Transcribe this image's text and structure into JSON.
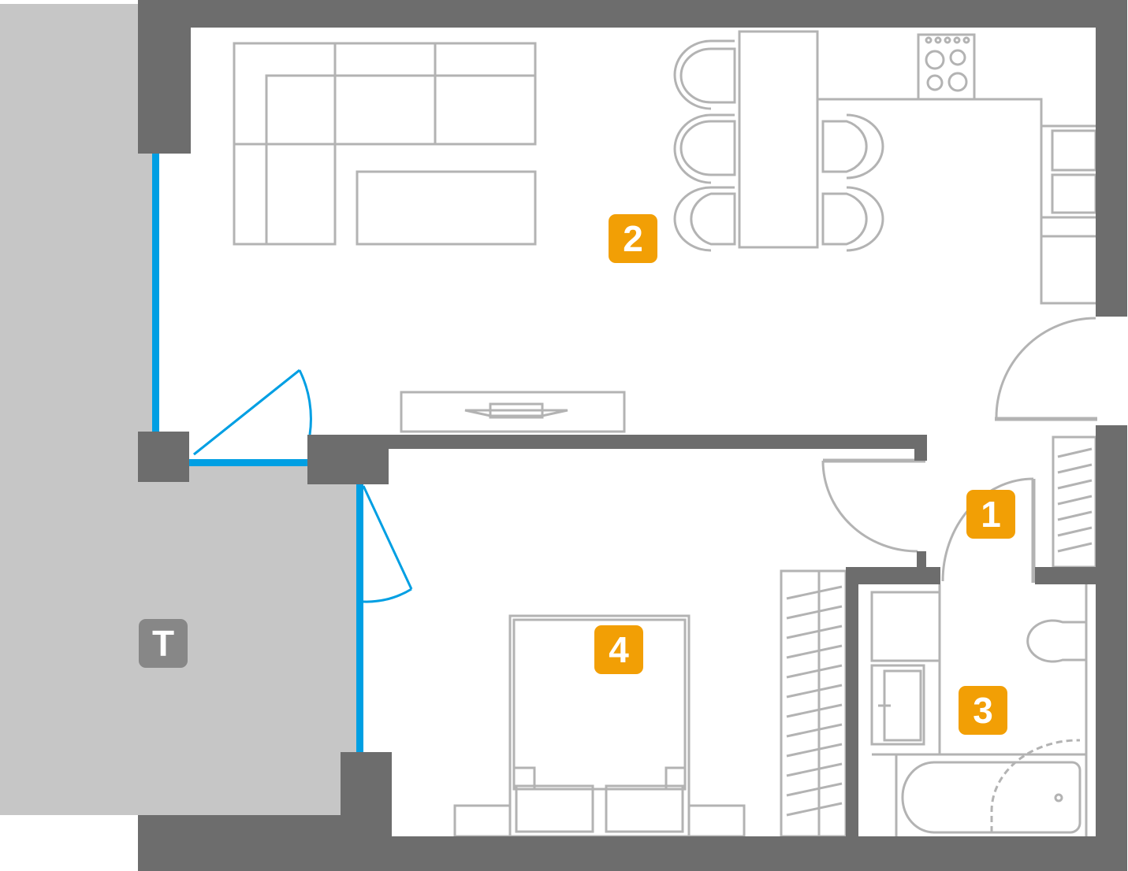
{
  "colors": {
    "wall": "#6d6d6d",
    "window": "#009fe3",
    "badge": "#f29f05",
    "terrace": "#c6c6c6",
    "terrace_badge": "#878787",
    "furniture": "#b3b3b3"
  },
  "rooms": [
    {
      "label": "1"
    },
    {
      "label": "2"
    },
    {
      "label": "3"
    },
    {
      "label": "4"
    }
  ],
  "terrace": {
    "label": "T"
  }
}
